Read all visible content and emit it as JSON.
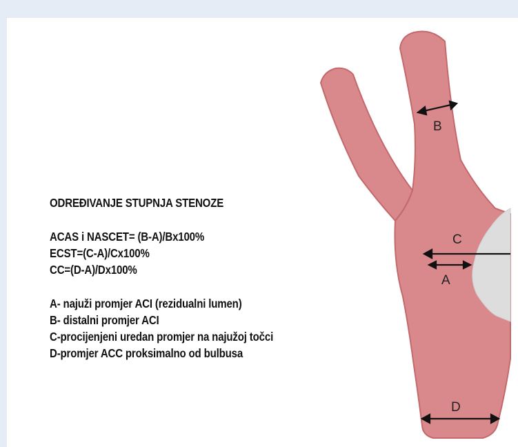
{
  "heading": "ODREĐIVANJE STUPNJA STENOZE",
  "formulas": [
    "ACAS i NASCET= (B-A)/Bx100%",
    "ECST=(C-A)/Cx100%",
    "CC=(D-A)/Dx100%"
  ],
  "definitions": [
    "A- najuži promjer ACI (rezidualni lumen)",
    "B- distalni promjer ACI",
    "C-procijenjeni uredan promjer na najužoj točci",
    "D-promjer ACC proksimalno od bulbusa"
  ],
  "labels": {
    "a": "A",
    "b": "B",
    "c": "C",
    "d": "D"
  },
  "colors": {
    "vessel_fill": "#d9898b",
    "vessel_outline": "#c3696c",
    "plaque": "#dddddd",
    "background": "#e6ecf6"
  }
}
